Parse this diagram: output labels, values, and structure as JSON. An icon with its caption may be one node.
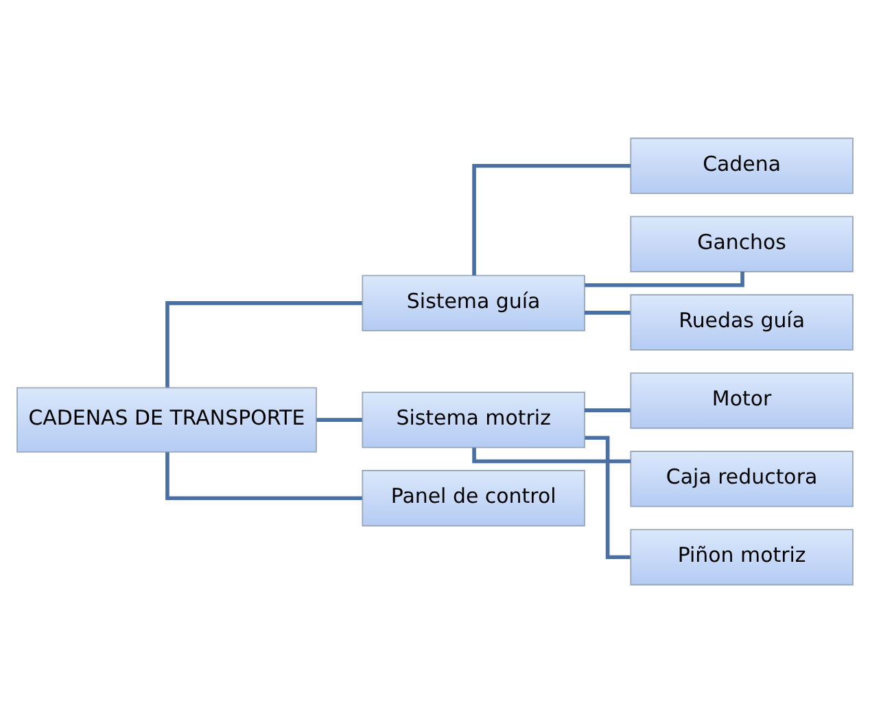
{
  "diagram": {
    "nodes": [
      {
        "text": [
          "CADENAS DE TRANSPORTE"
        ]
      },
      {
        "text": [
          "Sistema guía"
        ]
      },
      {
        "text": [
          "Cadena"
        ]
      },
      {
        "text": [
          "Ganchos"
        ]
      },
      {
        "text": [
          "Ruedas guía"
        ]
      },
      {
        "text": [
          "Sistema motriz"
        ]
      },
      {
        "text": [
          "Motor"
        ]
      },
      {
        "text": [
          "Caja reductora"
        ]
      },
      {
        "text": [
          "Piñon motriz"
        ]
      },
      {
        "text": [
          "Panel de control"
        ]
      }
    ],
    "edges": [
      {
        "from": 0,
        "to": 1,
        "arrow": "none"
      },
      {
        "from": 0,
        "to": 5,
        "arrow": "none"
      },
      {
        "from": 0,
        "to": 9,
        "arrow": "none"
      },
      {
        "from": 1,
        "to": 2,
        "arrow": "none"
      },
      {
        "from": 1,
        "to": 3,
        "arrow": "none"
      },
      {
        "from": 1,
        "to": 4,
        "arrow": "none"
      },
      {
        "from": 5,
        "to": 6,
        "arrow": "none"
      },
      {
        "from": 5,
        "to": 7,
        "arrow": "none"
      },
      {
        "from": 5,
        "to": 8,
        "arrow": "none"
      }
    ]
  }
}
